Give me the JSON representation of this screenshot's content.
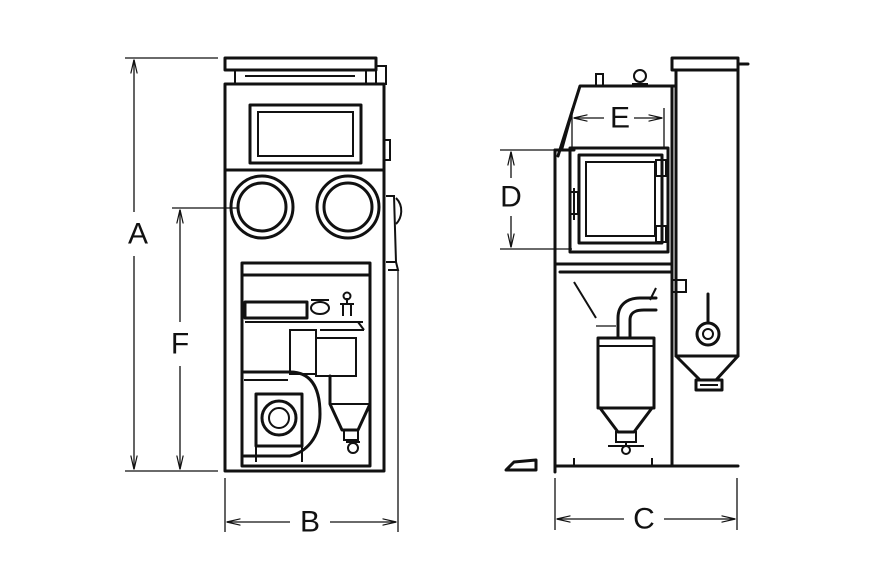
{
  "dimensions": {
    "a": "A",
    "b": "B",
    "c": "C",
    "d": "D",
    "e": "E",
    "f": "F"
  },
  "colors": {
    "line": "#111111",
    "background": "#ffffff"
  }
}
